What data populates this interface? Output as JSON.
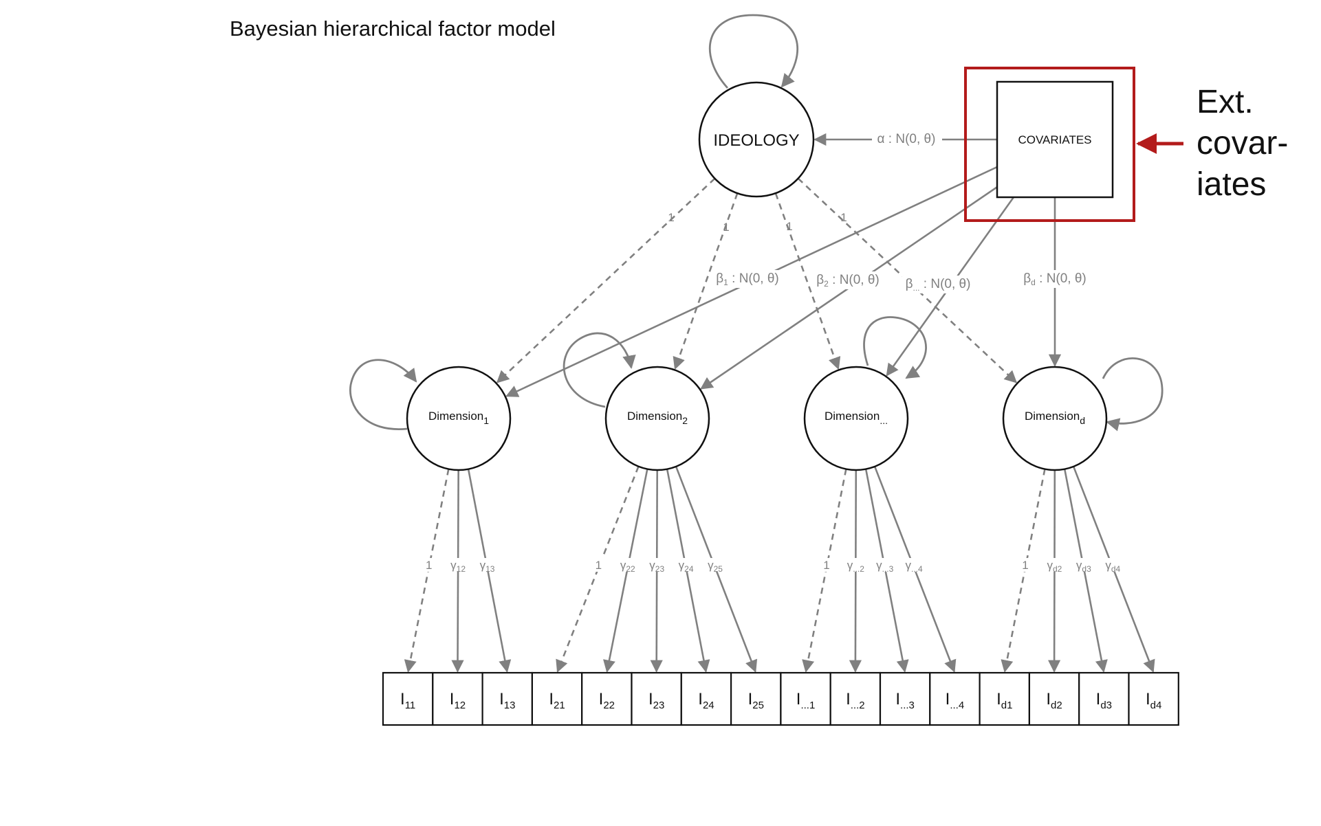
{
  "title": "Bayesian hierarchical factor model",
  "nodes": {
    "ideology": "IDEOLOGY",
    "covariates": "COVARIATES",
    "dimensions": [
      {
        "base": "Dimension",
        "sub": "1"
      },
      {
        "base": "Dimension",
        "sub": "2"
      },
      {
        "base": "Dimension",
        "sub": "..."
      },
      {
        "base": "Dimension",
        "sub": "d"
      }
    ]
  },
  "edges": {
    "alpha": {
      "sym": "α",
      "sub": "",
      "rest": " : N(0, θ)"
    },
    "betas": [
      {
        "sym": "β",
        "sub": "1",
        "rest": " : N(0, θ)"
      },
      {
        "sym": "β",
        "sub": "2",
        "rest": " : N(0, θ)"
      },
      {
        "sym": "β",
        "sub": "...",
        "rest": " : N(0, θ)"
      },
      {
        "sym": "β",
        "sub": "d",
        "rest": " : N(0, θ)"
      }
    ],
    "ideology_loadings": [
      "1",
      "1",
      "1",
      "1"
    ]
  },
  "loadings": [
    {
      "sym": "",
      "sub": "",
      "text": "1"
    },
    {
      "sym": "γ",
      "sub": "12"
    },
    {
      "sym": "γ",
      "sub": "13"
    },
    {
      "sym": "",
      "sub": "",
      "text": "1"
    },
    {
      "sym": "γ",
      "sub": "22"
    },
    {
      "sym": "γ",
      "sub": "23"
    },
    {
      "sym": "γ",
      "sub": "24"
    },
    {
      "sym": "γ",
      "sub": "25"
    },
    {
      "sym": "",
      "sub": "",
      "text": "1"
    },
    {
      "sym": "γ",
      "sub": "...2"
    },
    {
      "sym": "γ",
      "sub": "...3"
    },
    {
      "sym": "γ",
      "sub": "...4"
    },
    {
      "sym": "",
      "sub": "",
      "text": "1"
    },
    {
      "sym": "γ",
      "sub": "d2"
    },
    {
      "sym": "γ",
      "sub": "d3"
    },
    {
      "sym": "γ",
      "sub": "d4"
    }
  ],
  "items": [
    {
      "base": "I",
      "sub": "11"
    },
    {
      "base": "I",
      "sub": "12"
    },
    {
      "base": "I",
      "sub": "13"
    },
    {
      "base": "I",
      "sub": "21"
    },
    {
      "base": "I",
      "sub": "22"
    },
    {
      "base": "I",
      "sub": "23"
    },
    {
      "base": "I",
      "sub": "24"
    },
    {
      "base": "I",
      "sub": "25"
    },
    {
      "base": "I",
      "sub": "...1"
    },
    {
      "base": "I",
      "sub": "...2"
    },
    {
      "base": "I",
      "sub": "...3"
    },
    {
      "base": "I",
      "sub": "...4"
    },
    {
      "base": "I",
      "sub": "d1"
    },
    {
      "base": "I",
      "sub": "d2"
    },
    {
      "base": "I",
      "sub": "d3"
    },
    {
      "base": "I",
      "sub": "d4"
    }
  ],
  "callout": {
    "lines": [
      "Ext.",
      "covar-",
      "iates"
    ],
    "color": "#b31b1b"
  },
  "colors": {
    "edge": "#808080",
    "node_stroke": "#111111",
    "highlight": "#b31b1b"
  }
}
